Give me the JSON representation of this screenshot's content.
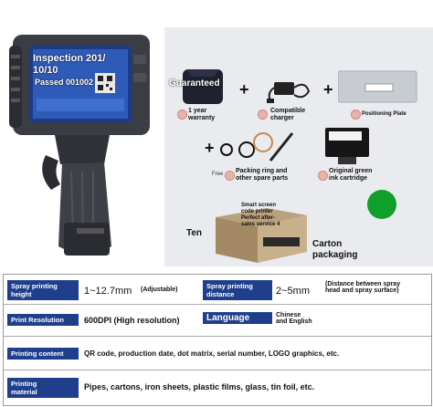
{
  "screen": {
    "line1": "Inspection 201/",
    "line2": "10/10",
    "line3": "Passed 001002"
  },
  "accessories": {
    "guarantee_title": "Guaranteed",
    "warranty_label": "1 year\nwarranty",
    "charger_label": "Compatible\ncharger",
    "plate_label": "Positioning Plate",
    "free_label": "Free",
    "ring_label": "Packing ring and\nother spare parts",
    "cartridge_label": "Original green\nink cartridge",
    "carton_count": "Ten",
    "carton_label": "Carton\npackaging",
    "box_text": "Smart screen\ncode printer\nPerfect after-\nsales service 4",
    "ink_color": "#10a02a"
  },
  "specs": {
    "r1": {
      "h1": "Spray printing\nheight",
      "v1": "1~12.7mm",
      "v1_note": "(Adjustable)",
      "h2": "Spray printing\ndistance",
      "v2": "2~5mm",
      "v2_note": "(Distance between spray\nhead and spray surface)"
    },
    "r2": {
      "h1": "Print Resolution",
      "v1": "600DPI (High resolution)",
      "h2": "Language",
      "v2": "Chinese\nand English"
    },
    "r3": {
      "h1": "Printing content",
      "v1": "QR code, production date, dot matrix, serial number, LOGO graphics, etc."
    },
    "r4": {
      "h1": "Printing\nmaterial",
      "v1": "Pipes, cartons, iron sheets, plastic films, glass, tin foil, etc."
    },
    "header_color": "#1f3f8c"
  }
}
